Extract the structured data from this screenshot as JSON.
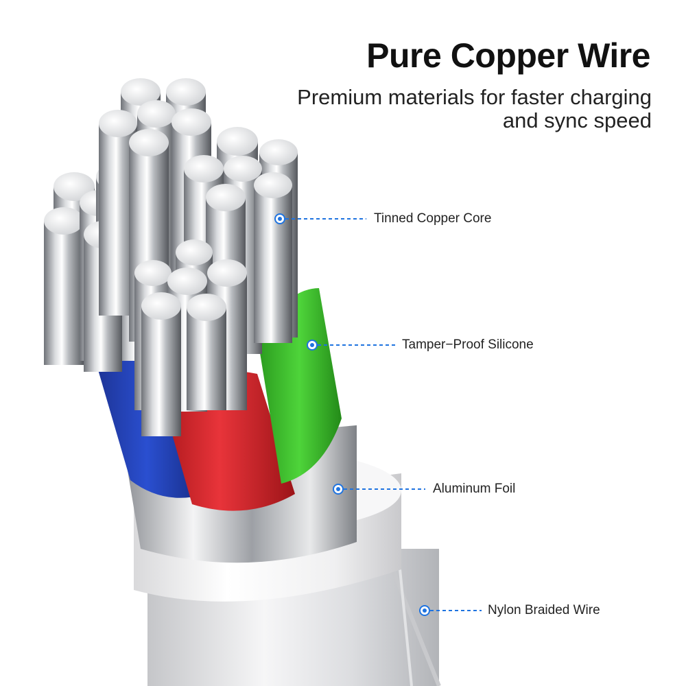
{
  "header": {
    "title": "Pure Copper Wire",
    "subtitle_line1": "Premium materials for faster charging",
    "subtitle_line2": "and sync speed"
  },
  "callouts": [
    {
      "label": "Tinned Copper Core"
    },
    {
      "label": "Tamper−Proof Silicone"
    },
    {
      "label": "Aluminum Foil"
    },
    {
      "label": "Nylon Braided Wire"
    }
  ],
  "colors": {
    "accent": "#1e73e0",
    "blue_insulation": "#1f3fb0",
    "red_insulation": "#d8262a",
    "green_insulation": "#3ec12c",
    "jacket": "#f2f2f2"
  }
}
